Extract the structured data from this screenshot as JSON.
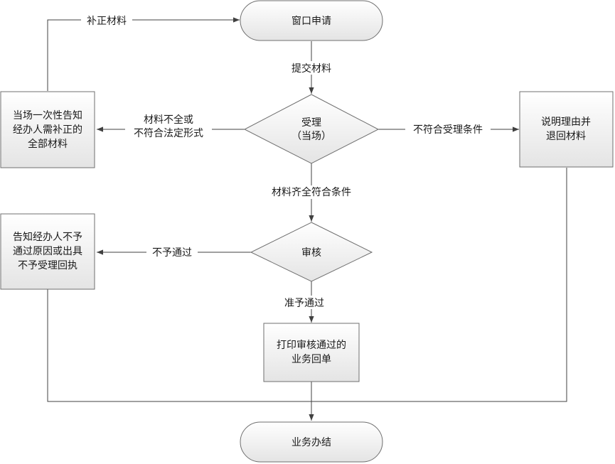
{
  "nodes": {
    "start": "窗口申请",
    "accept": [
      "受理",
      "（当场）"
    ],
    "notify_supplement": [
      "当场一次性告知",
      "经办人需补正的",
      "全部材料"
    ],
    "explain_return": [
      "说明理由并",
      "退回材料"
    ],
    "review": "审核",
    "notify_reject": [
      "告知经办人不予",
      "通过原因或出具",
      "不予受理回执"
    ],
    "print_receipt": [
      "打印审核通过的",
      "业务回单"
    ],
    "end": "业务办结"
  },
  "edges": {
    "supplement": "补正材料",
    "submit": "提交材料",
    "incomplete": [
      "材料不全或",
      "不符合法定形式"
    ],
    "not_eligible": "不符合受理条件",
    "complete": "材料齐全符合条件",
    "not_pass": "不予通过",
    "pass": "准予通过"
  }
}
